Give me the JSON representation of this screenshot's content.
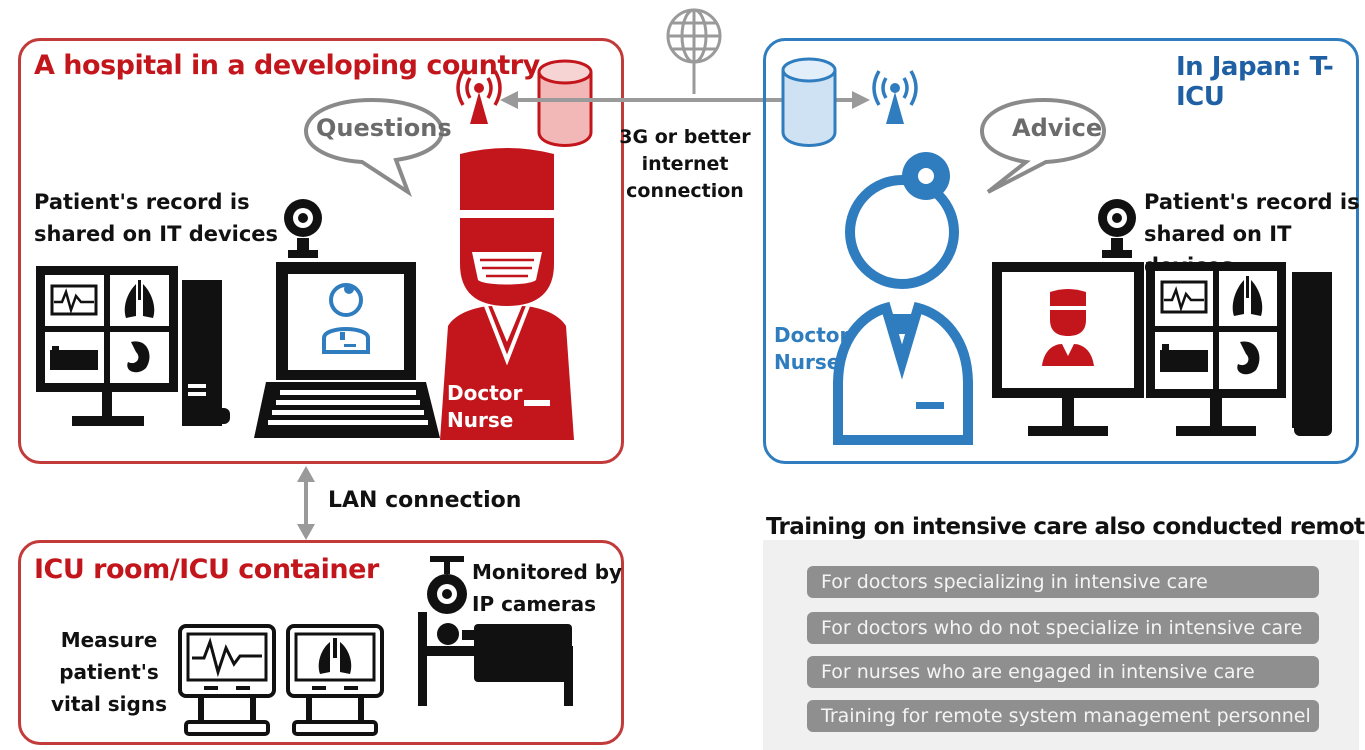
{
  "hospital": {
    "title": "A hospital in a developing country",
    "bubble": "Questions",
    "record_line1": "Patient's record is",
    "record_line2": "shared on IT devices",
    "role_line1": "Doctor",
    "role_line2": "Nurse"
  },
  "connection": {
    "line1": "3G or better",
    "line2": "internet",
    "line3": "connection"
  },
  "japan": {
    "title": "In Japan: T-ICU",
    "bubble": "Advice",
    "record_line1": "Patient's record is",
    "record_line2": "shared on IT devices",
    "role_line1": "Doctor",
    "role_line2": "Nurse"
  },
  "lan": {
    "label": "LAN connection"
  },
  "icu": {
    "title": "ICU room/ICU container",
    "measure_line1": "Measure",
    "measure_line2": "patient's",
    "measure_line3": "vital signs",
    "camera_line1": "Monitored by",
    "camera_line2": "IP cameras"
  },
  "training": {
    "heading": "Training on intensive care also conducted remotely",
    "items": [
      "For doctors specializing in intensive care",
      "For doctors who do not specialize in intensive care",
      "For nurses who are engaged in intensive care",
      "Training for remote system management personnel"
    ]
  },
  "colors": {
    "red": "#c3161c",
    "blue": "#2f7dbf",
    "grey": "#8f8f8f"
  }
}
